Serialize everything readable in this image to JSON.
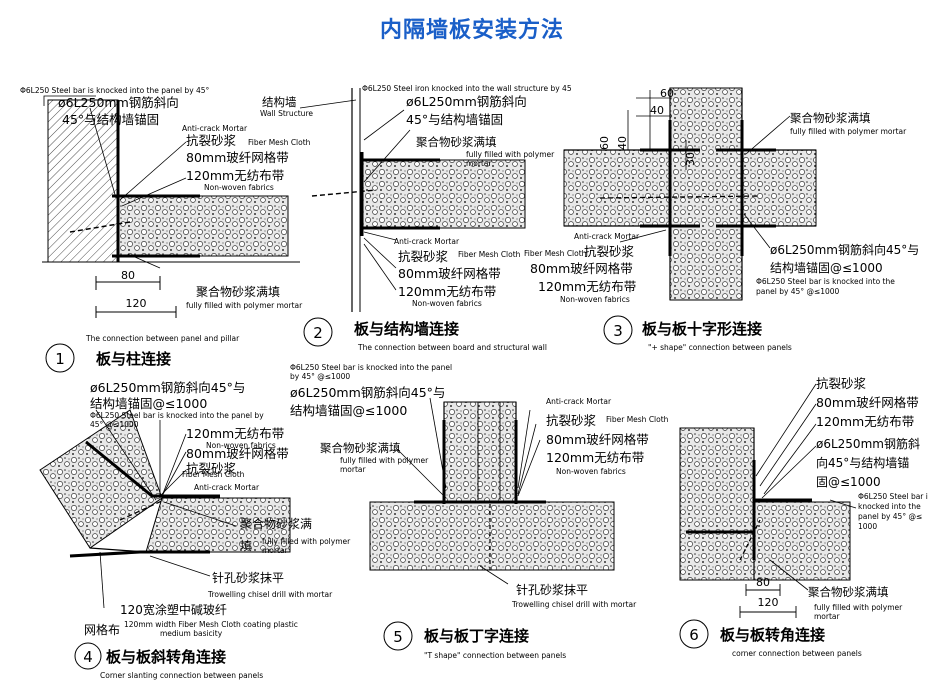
{
  "title": "内隔墙板安装方法",
  "panels": [
    {
      "number": "1",
      "caption_cn": "板与柱连接",
      "caption_en": "The connection between panel and pillar",
      "labels": {
        "steel_en": "Φ6L250 Steel bar is knocked into the panel by 45°",
        "steel_cn_1": "ø6L250mm钢筋斜向",
        "steel_cn_2": "45°与结构墙锚固",
        "anticrack_en": "Anti-crack Mortar",
        "anticrack_cn": "抗裂砂浆",
        "mesh_en": "Fiber Mesh Cloth",
        "mesh_cn": "80mm玻纤网格带",
        "nonwoven_cn": "120mm无纺布带",
        "nonwoven_en": "Non-woven fabrics",
        "polymer_cn": "聚合物砂浆满填",
        "polymer_en": "fully filled with polymer mortar",
        "dim_80": "80",
        "dim_120": "120"
      }
    },
    {
      "number": "2",
      "caption_cn": "板与结构墙连接",
      "caption_en": "The connection between board and structural wall",
      "labels": {
        "steel_en": "Φ6L250 Steel iron knocked into the wall structure by 45",
        "steel_cn_1": "ø6L250mm钢筋斜向",
        "steel_cn_2": "45°与结构墙锚固",
        "wall_cn": "结构墙",
        "wall_en": "Wall Structure",
        "polymer_cn": "聚合物砂浆满填",
        "polymer_en_1": "fully filled with polymer",
        "polymer_en_2": "mortar",
        "anticrack_en": "Anti-crack Mortar",
        "anticrack_cn": "抗裂砂浆",
        "mesh_en": "Fiber Mesh Cloth",
        "mesh_cn": "80mm玻纤网格带",
        "nonwoven_cn": "120mm无纺布带",
        "nonwoven_en": "Non-woven fabrics"
      }
    },
    {
      "number": "3",
      "caption_cn": "板与板十字形连接",
      "caption_en": "\"+ shape\" connection between panels",
      "labels": {
        "dim_60a": "60",
        "dim_40": "40",
        "dim_60b": "60",
        "dim_40b": "40",
        "dim_30": "30",
        "polymer_cn": "聚合物砂浆满填",
        "polymer_en": "fully filled with polymer mortar",
        "anticrack_en": "Anti-crack Mortar",
        "anticrack_cn": "抗裂砂浆",
        "mesh_en": "Fiber Mesh Cloth",
        "mesh_cn": "80mm玻纤网格带",
        "nonwoven_cn": "120mm无纺布带",
        "nonwoven_en": "Non-woven fabrics",
        "steel_cn_1": "ø6L250mm钢筋斜向45°与",
        "steel_cn_2": "结构墙锚固@≤1000",
        "steel_en_1": "Φ6L250 Steel bar is knocked into the",
        "steel_en_2": "panel by 45° @≤1000"
      }
    },
    {
      "number": "4",
      "caption_cn": "板与板斜转角连接",
      "caption_en": "Corner slanting connection between panels",
      "labels": {
        "steel_cn_1": "ø6L250mm钢筋斜向45°与",
        "steel_cn_2": "结构墙锚固@≤1000",
        "steel_en_1": "Φ6L250 Steel bar is knocked into the panel by",
        "steel_en_2": "45° @≤1000",
        "nonwoven_cn": "120mm无纺布带",
        "nonwoven_en": "Non-woven fabrics",
        "mesh_cn": "80mm玻纤网格带",
        "mesh_en": "Fiber Mesh Cloth",
        "anticrack_cn": "抗裂砂浆",
        "anticrack_en": "Anti-crack Mortar",
        "polymer_cn_1": "聚合物砂浆满",
        "polymer_cn_2": "填",
        "polymer_en_1": "fully filled with polymer",
        "polymer_en_2": "mortar",
        "trowel_cn": "针孔砂浆抹平",
        "trowel_en": "Trowelling chisel drill with mortar",
        "coat_cn_1": "120宽涂塑中碱玻纤",
        "coat_cn_2": "网格布",
        "coat_en_1": "120mm width Fiber Mesh Cloth coating plastic",
        "coat_en_2": "medium basicity"
      }
    },
    {
      "number": "5",
      "caption_cn": "板与板丁字连接",
      "caption_en": "\"T shape\" connection between panels",
      "labels": {
        "steel_en_1": "Φ6L250 Steel bar is knocked into the panel",
        "steel_en_2": "by 45° @≤1000",
        "steel_cn_1": "ø6L250mm钢筋斜向45°与",
        "steel_cn_2": "结构墙锚固@≤1000",
        "anticrack_en": "Anti-crack Mortar",
        "anticrack_cn": "抗裂砂浆",
        "mesh_en": "Fiber Mesh Cloth",
        "polymer_cn": "聚合物砂浆满填",
        "polymer_en_1": "fully filled with polymer",
        "polymer_en_2": "mortar",
        "mesh_cn": "80mm玻纤网格带",
        "nonwoven_cn": "120mm无纺布带",
        "nonwoven_en": "Non-woven fabrics",
        "trowel_cn": "针孔砂浆抹平",
        "trowel_en": "Trowelling chisel drill with mortar"
      }
    },
    {
      "number": "6",
      "caption_cn": "板与板转角连接",
      "caption_en": "corner connection between panels",
      "labels": {
        "anticrack_cn": "抗裂砂浆",
        "mesh_cn": "80mm玻纤网格带",
        "nonwoven_cn": "120mm无纺布带",
        "steel_cn_1": "ø6L250mm钢筋斜",
        "steel_cn_2": "向45°与结构墙锚",
        "steel_cn_3": "固@≤1000",
        "steel_en_1": "Φ6L250 Steel bar i",
        "steel_en_2": "knocked into the",
        "steel_en_3": "panel by 45° @≤",
        "steel_en_4": "1000",
        "dim_80": "80",
        "dim_120": "120",
        "polymer_cn": "聚合物砂浆满填",
        "polymer_en_1": "fully filled with polymer",
        "polymer_en_2": "mortar"
      }
    }
  ],
  "colors": {
    "title": "#1a5fc8",
    "ink": "#000000"
  }
}
